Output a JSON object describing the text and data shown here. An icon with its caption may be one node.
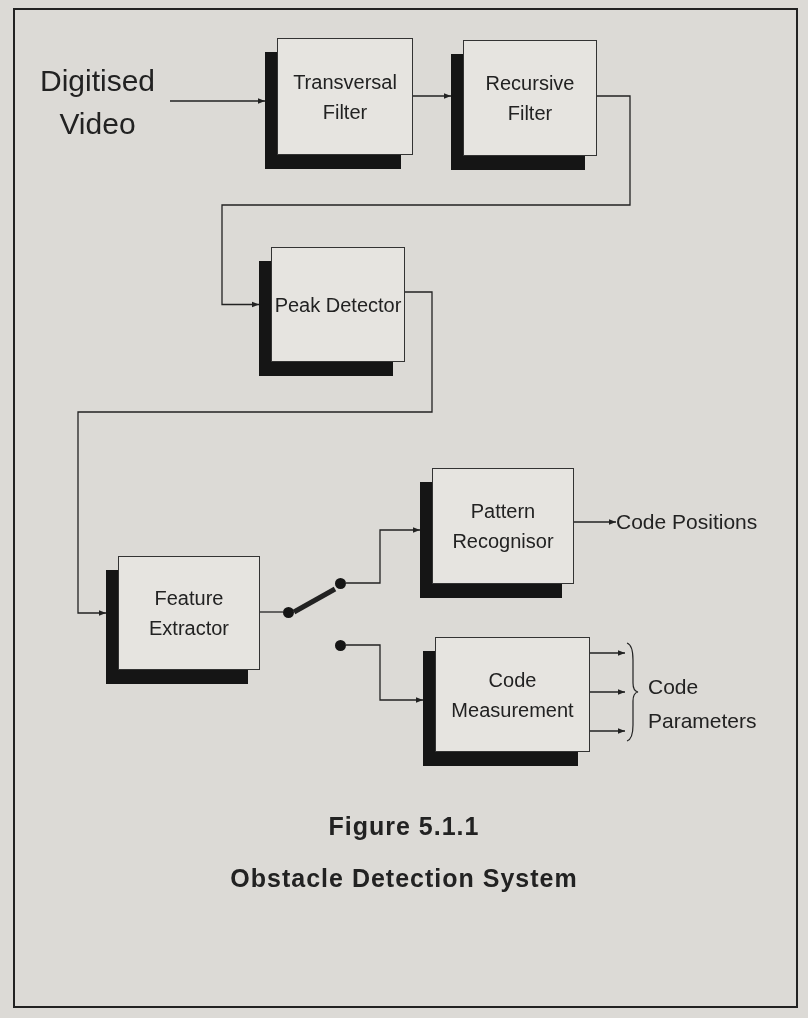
{
  "diagram": {
    "title": "Figure 5.1.1",
    "caption": "Obstacle Detection System",
    "nodes": [
      {
        "text": [
          "Digitised Video"
        ]
      },
      {
        "text": [
          "Transversal Filter"
        ]
      },
      {
        "text": [
          "Recursive Filter"
        ]
      },
      {
        "text": [
          "Peak Detector"
        ]
      },
      {
        "text": [
          "Pattern Recognisor"
        ]
      },
      {
        "text": [
          "Code Positions"
        ]
      },
      {
        "text": [
          "Feature Extractor"
        ]
      },
      {
        "text": [],
        "shape": "circle"
      },
      {
        "text": [],
        "shape": "circle"
      },
      {
        "text": [],
        "shape": "circle"
      },
      {
        "text": [
          "Code Measurement"
        ]
      },
      {
        "text": [
          "Code Parameters"
        ]
      }
    ],
    "edges": [
      {
        "from": 0,
        "to": 1,
        "arrow": "to"
      },
      {
        "from": 1,
        "to": 2,
        "arrow": "to"
      },
      {
        "from": 2,
        "to": 3,
        "arrow": "to"
      },
      {
        "from": 3,
        "to": 6,
        "arrow": "to"
      },
      {
        "from": 6,
        "to": 7,
        "arrow": "none"
      },
      {
        "from": 7,
        "to": 8,
        "arrow": "none",
        "style": "thick"
      },
      {
        "from": 8,
        "to": 4,
        "arrow": "to"
      },
      {
        "from": 4,
        "to": 5,
        "arrow": "to"
      },
      {
        "from": 9,
        "to": 10,
        "arrow": "to"
      },
      {
        "from": 10,
        "to": 11,
        "arrow": "to"
      },
      {
        "from": 10,
        "to": 11,
        "arrow": "to"
      },
      {
        "from": 10,
        "to": 11,
        "arrow": "to"
      }
    ]
  }
}
